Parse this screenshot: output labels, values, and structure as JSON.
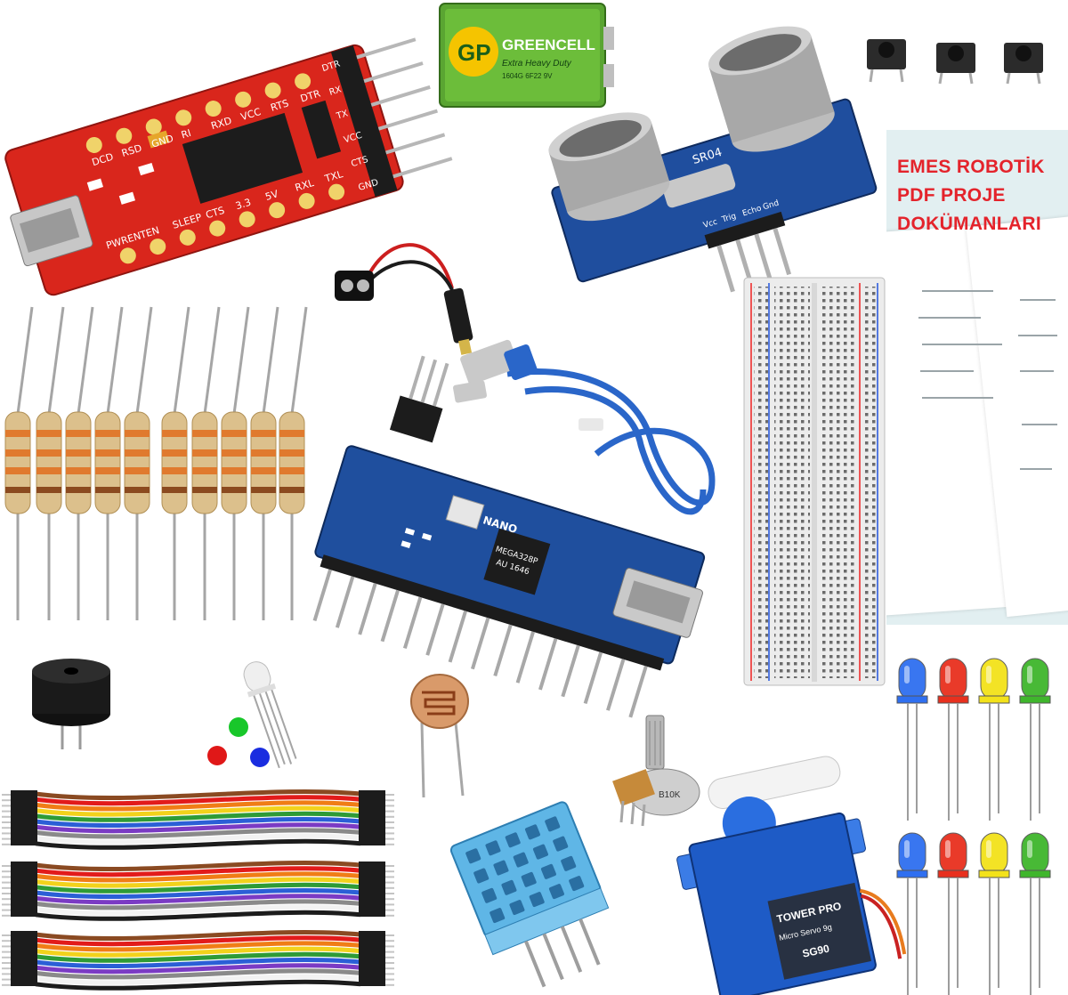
{
  "ftdi_board": {
    "pin_labels_top": [
      "DCD",
      "RSD",
      "GND",
      "RI",
      "RXD",
      "VCC",
      "RTS",
      "DTR"
    ],
    "pin_labels_bottom": [
      "PWREN",
      "TEN",
      "SLEEP",
      "CTS",
      "3.3",
      "5V",
      "RXL",
      "TXL"
    ],
    "header_labels": [
      "DTR",
      "RX",
      "TX",
      "VCC",
      "CTS",
      "GND"
    ],
    "color": "#d9261c"
  },
  "battery": {
    "brand": "GP",
    "name": "GREENCELL",
    "subtitle": "Extra Heavy Duty",
    "code": "1604G 6F22 9V",
    "color": "#5aa532"
  },
  "ultrasonic_sensor": {
    "model": "SR04",
    "pins": [
      "Vcc",
      "Trig",
      "Echo",
      "Gnd"
    ],
    "color": "#1f4e9e"
  },
  "arduino_nano": {
    "brand": "NANO",
    "chip_line1": "MEGA328P",
    "chip_line2": "AU 1646",
    "color": "#1f4f9e"
  },
  "potentiometer": {
    "marking": "B10K"
  },
  "servo": {
    "brand": "TOWER PRO",
    "line2": "Micro Servo 9g",
    "model": "SG90",
    "color": "#1e5bc6"
  },
  "document_panel": {
    "title_line1": "EMES ROBOTİK",
    "title_line2": "PDF PROJE",
    "title_line3": "DOKÜMANLARI",
    "title_color": "#e4232b"
  },
  "led_colors": [
    "#2f6ff0",
    "#e8301e",
    "#f3e21a",
    "#3fb62c"
  ],
  "rgb_led_dots": [
    "#18c72a",
    "#e01818",
    "#1a2de0"
  ]
}
